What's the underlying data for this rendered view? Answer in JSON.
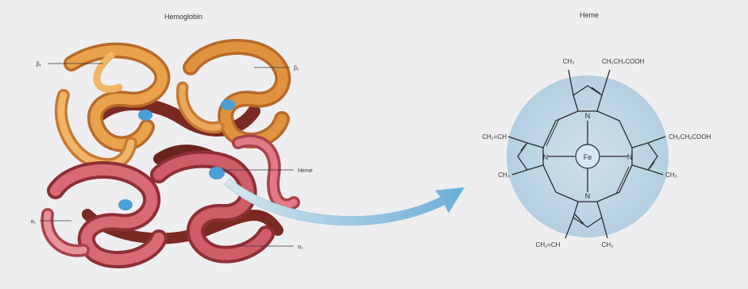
{
  "titles": {
    "left": "Hemoglobin",
    "right": "Heme"
  },
  "protein_labels": {
    "beta_left": "β₁",
    "beta_right": "β₁",
    "heme": "Heme",
    "alpha_left": "α₁",
    "alpha_right": "α₁"
  },
  "heme_molecule": {
    "top_left_group": "CH₃",
    "top_right_group": "CH₂CH₂COOH",
    "left_upper_group": "CH₂=CH",
    "left_lower_group": "CH₃",
    "right_upper_group": "CH₂CH₂COOH",
    "right_lower_group": "CH₃",
    "bottom_left_group": "CH₂=CH",
    "bottom_right_group": "CH₃",
    "n_top": "N",
    "n_left": "N",
    "n_right": "N",
    "n_bottom": "N",
    "iron": "Fe"
  },
  "colors": {
    "background": "#eeeef0",
    "beta_chain": "#e8a24a",
    "beta_chain_dark": "#b86a2a",
    "alpha_chain": "#d86a74",
    "alpha_chain_dark": "#8e2f36",
    "heme_group": "#4a9fd6",
    "heme_disc": "#bcd6e4",
    "arrow": "#6aaed8"
  }
}
